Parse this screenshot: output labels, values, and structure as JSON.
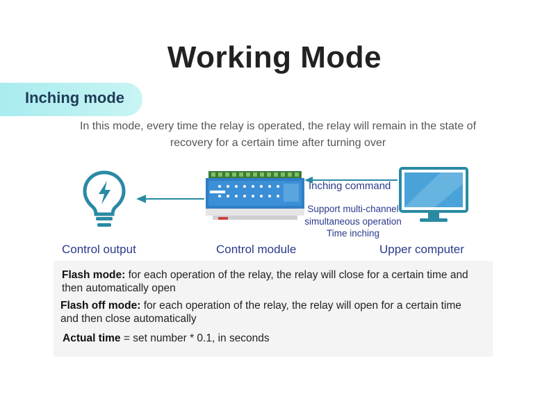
{
  "title": "Working Mode",
  "mode_tab": "Inching mode",
  "description": "In this mode, every time the relay is operated, the relay will remain in the state of recovery for a certain time after turning over",
  "diagram": {
    "control_output": "Control output",
    "control_module": "Control module",
    "upper_computer": "Upper computer",
    "inching_command": "Inching command",
    "support_line1": "Support multi-channel",
    "support_line2": "simultaneous operation",
    "support_line3": "Time inching"
  },
  "info": {
    "flash_label": "Flash mode:",
    "flash_text": " for each operation of the relay, the relay will close for a certain time and then automatically open",
    "flash_off_label": "Flash off mode:",
    "flash_off_text": " for each operation of the relay, the relay will open for a certain time and then close automatically",
    "actual_label": "Actual time",
    "actual_text": " = set number * 0.1, in seconds"
  },
  "colors": {
    "accent_teal": "#2a8aa3",
    "label_blue": "#2a3a8c",
    "monitor_blue": "#2f8ec4"
  }
}
